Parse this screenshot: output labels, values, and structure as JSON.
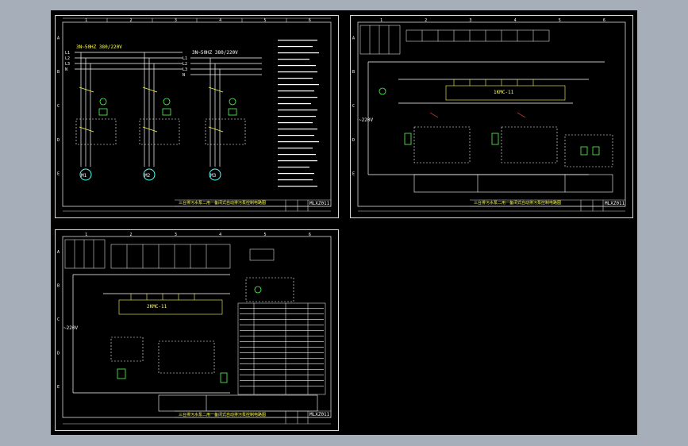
{
  "sheets": [
    {
      "id": "sheet-1",
      "title": "三台排污水泵二用一备闭式自动排污泵控制电路图",
      "drawing_no": "MLXZ011",
      "top_labels": [
        "1",
        "2",
        "3",
        "4",
        "5",
        "6"
      ],
      "side_labels": [
        "A",
        "B",
        "C",
        "D",
        "E"
      ],
      "bus_left": "3N~50HZ 380/220V",
      "bus_right": "3N~50HZ 380/220V",
      "phase_left": [
        "L1",
        "L2",
        "L3",
        "N"
      ],
      "phase_right": [
        "L1",
        "L2",
        "L3",
        "N"
      ],
      "motors": [
        "M1",
        "M2",
        "M3"
      ]
    },
    {
      "id": "sheet-2",
      "title": "三台排污水泵二用一备闭式自动排污泵控制电路图",
      "drawing_no": "MLXZ011",
      "top_labels": [
        "1",
        "2",
        "3",
        "4",
        "5",
        "6"
      ],
      "side_labels": [
        "A",
        "B",
        "C",
        "D",
        "E"
      ],
      "voltage": "~220V",
      "relay": "1KMC-11"
    },
    {
      "id": "sheet-3",
      "title": "三台排污水泵二用一备闭式自动排污泵控制电路图",
      "drawing_no": "MLXZ011",
      "top_labels": [
        "1",
        "2",
        "3",
        "4",
        "5",
        "6"
      ],
      "side_labels": [
        "A",
        "B",
        "C",
        "D",
        "E"
      ],
      "voltage": "~220V",
      "relay": "2KMC-11"
    }
  ],
  "colors": {
    "background": "#a6aeb9",
    "canvas": "#000000",
    "wire_white": "#ffffff",
    "wire_yellow": "#ffff55",
    "wire_green": "#55ff55",
    "wire_cyan": "#55ffff",
    "wire_red": "#ff4444"
  }
}
